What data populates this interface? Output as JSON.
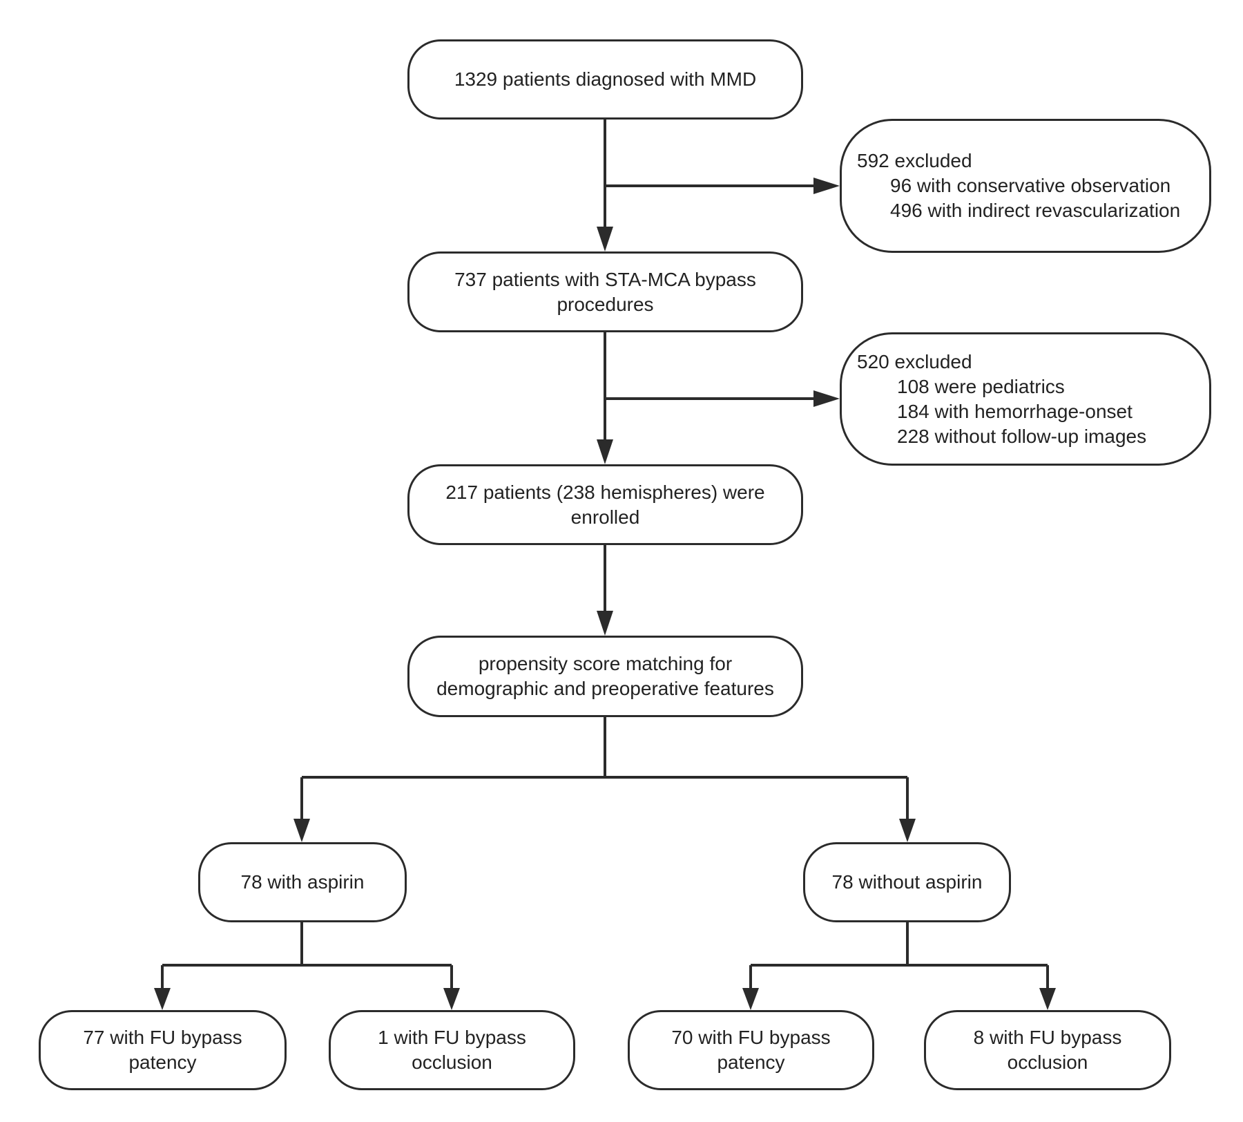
{
  "boxes": {
    "diagnosed": {
      "lines": [
        "1329 patients diagnosed with MMD"
      ]
    },
    "excluded_1": {
      "title": "592 excluded",
      "items": [
        "96 with conservative observation",
        "496 with indirect revascularization"
      ]
    },
    "bypass": {
      "lines": [
        "737 patients with STA-MCA bypass",
        "procedures"
      ]
    },
    "excluded_2": {
      "title": "520 excluded",
      "items": [
        "108 were pediatrics",
        "184 with hemorrhage-onset",
        "228 without follow-up images"
      ]
    },
    "enrolled": {
      "lines": [
        "217 patients (238 hemispheres) were",
        "enrolled"
      ]
    },
    "psm": {
      "lines": [
        "propensity score matching for",
        "demographic and preoperative features"
      ]
    },
    "with_aspirin": {
      "lines": [
        "78 with aspirin"
      ]
    },
    "without_aspirin": {
      "lines": [
        "78 without aspirin"
      ]
    },
    "asp_patency": {
      "lines": [
        "77 with FU bypass",
        "patency"
      ]
    },
    "asp_occlusion": {
      "lines": [
        "1 with FU bypass",
        "occlusion"
      ]
    },
    "noasp_patency": {
      "lines": [
        "70 with FU bypass",
        "patency"
      ]
    },
    "noasp_occlusion": {
      "lines": [
        "8 with FU bypass",
        "occlusion"
      ]
    }
  },
  "colors": {
    "stroke": "#2b2b2b",
    "text": "#222222",
    "background": "#ffffff"
  }
}
